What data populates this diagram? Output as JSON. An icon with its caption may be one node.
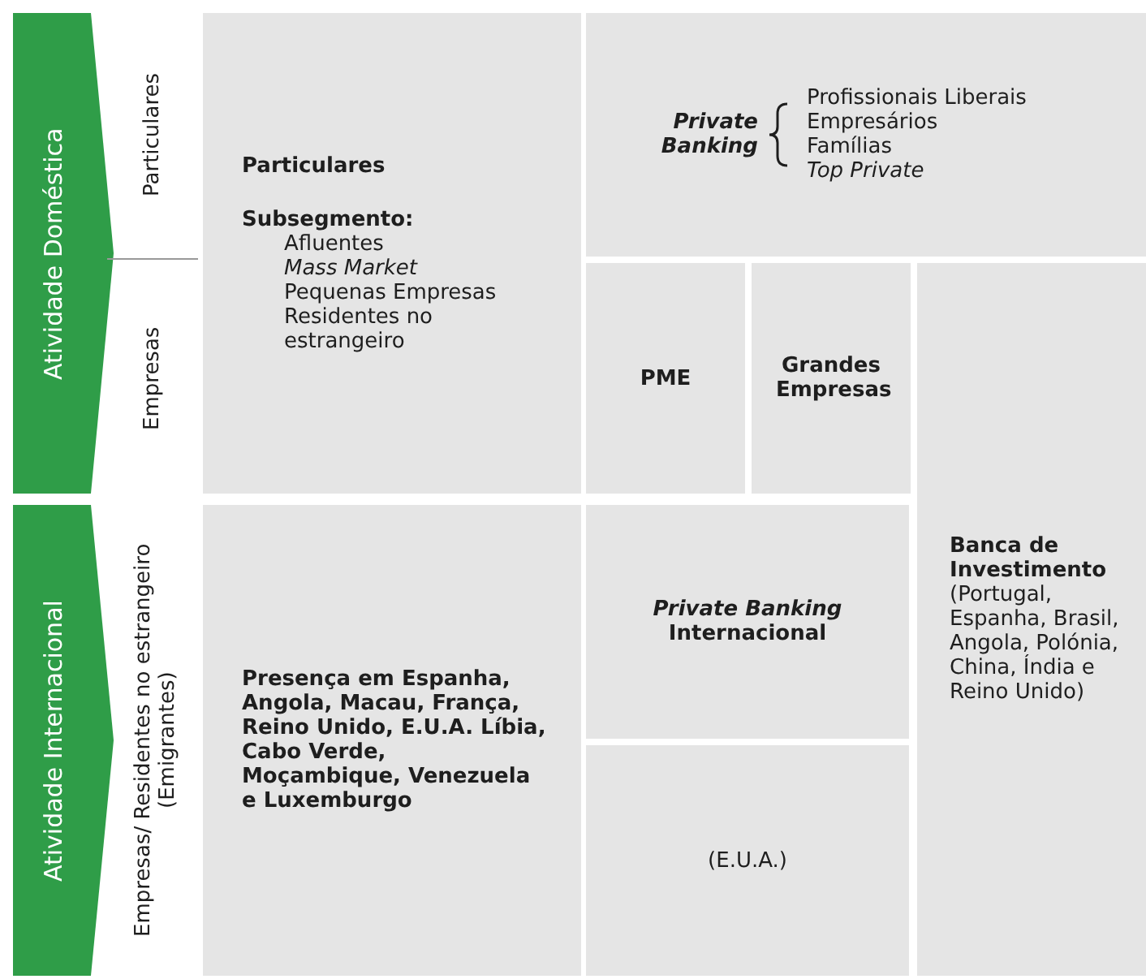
{
  "diagram": {
    "nodes": [
      {
        "text": [
          "Atividade Doméstica"
        ]
      },
      {
        "text": [
          "Atividade Internacional"
        ]
      },
      {
        "text": [
          "Particulares",
          "Subsegmento:",
          "Afluentes",
          "Mass Market",
          "Pequenas Empresas",
          "Residentes no estrangeiro"
        ]
      },
      {
        "text": [
          "Private Banking",
          "Profissionais Liberais",
          "Empresários",
          "Famílias",
          "Top Private"
        ]
      },
      {
        "text": [
          "PME"
        ]
      },
      {
        "text": [
          "Grandes Empresas"
        ]
      },
      {
        "text": [
          "Banca de Investimento",
          "(Portugal, Espanha, Brasil, Angola, Polónia, China, Índia e Reino Unido)"
        ]
      },
      {
        "text": [
          "Presença em Espanha, Angola, Macau, França, Reino Unido, E.U.A. Líbia, Cabo Verde, Moçambique, Venezuela e Luxemburgo"
        ]
      },
      {
        "text": [
          "*Private Banking* Internacional"
        ]
      },
      {
        "text": [
          "(E.U.A.)"
        ]
      }
    ],
    "edges": [],
    "labels": [
      "Particulares",
      "Empresas",
      "Empresas/ Residentes no estrangeiro (Emigrantes)"
    ]
  }
}
